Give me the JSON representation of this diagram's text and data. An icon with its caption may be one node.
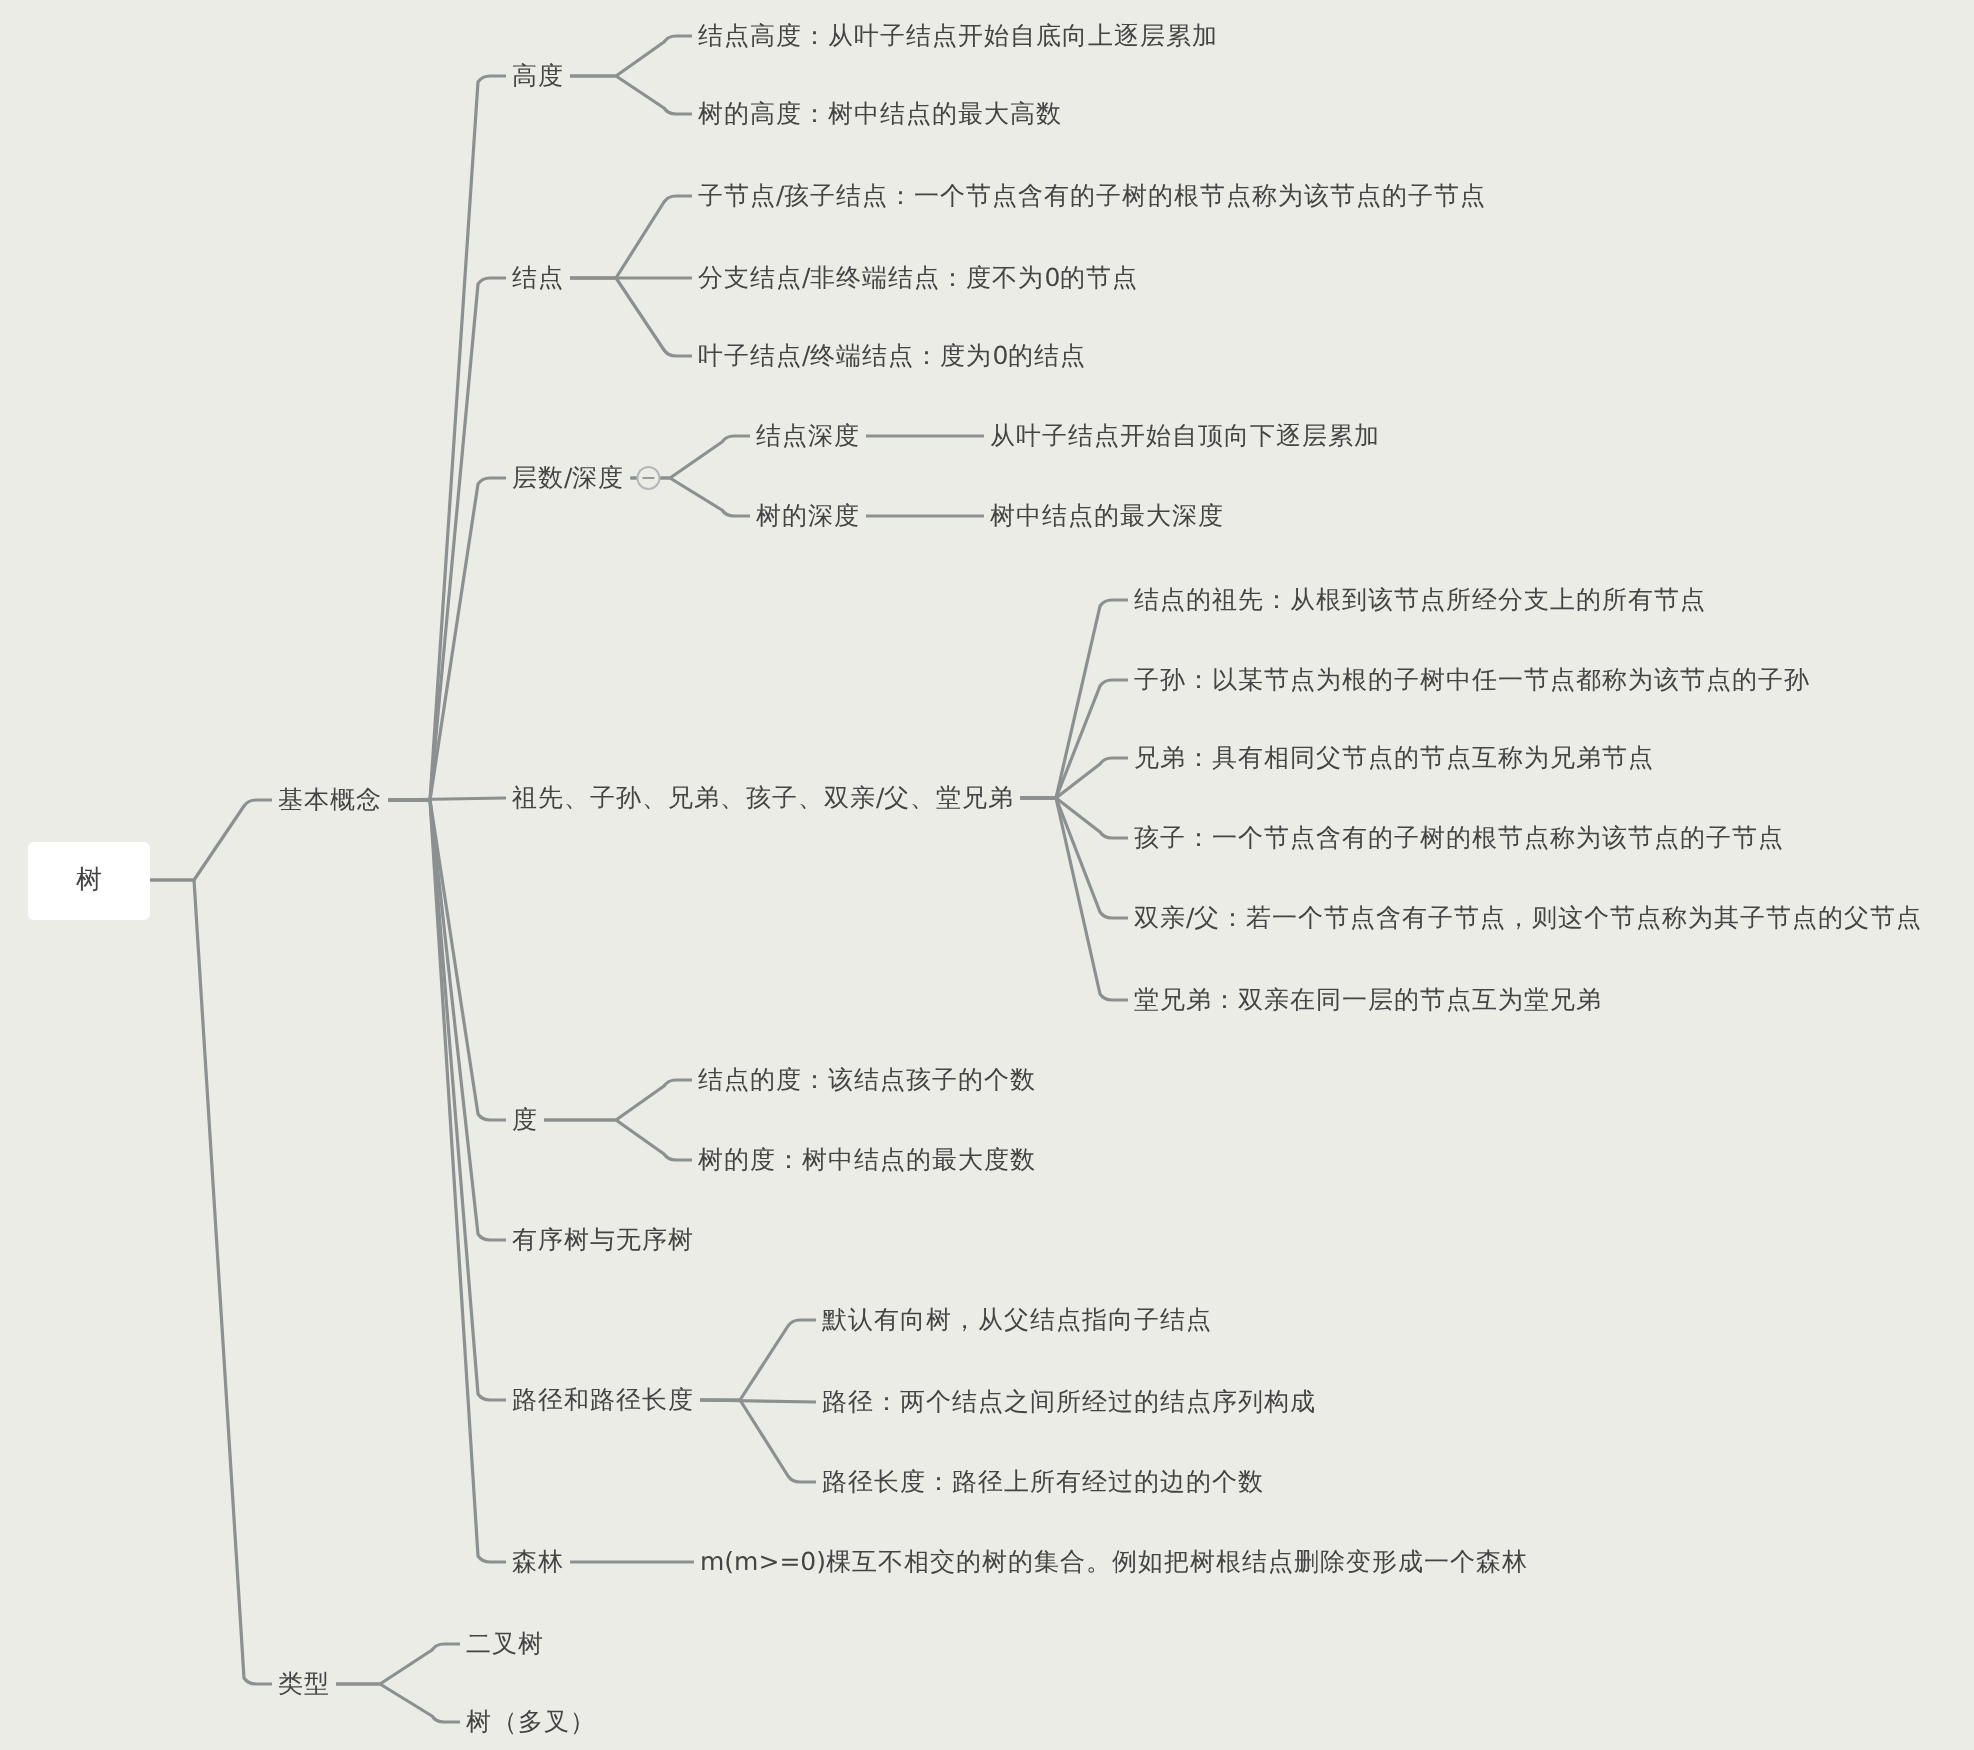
{
  "diagram": {
    "nodes": [
      {
        "text": [
          "树"
        ]
      },
      {
        "text": [
          "基本概念"
        ]
      },
      {
        "text": [
          "高度"
        ]
      },
      {
        "text": [
          "结点高度：从叶子结点开始自底向上逐层累加"
        ]
      },
      {
        "text": [
          "树的高度：树中结点的最大高数"
        ]
      },
      {
        "text": [
          "结点"
        ]
      },
      {
        "text": [
          "子节点/孩子结点：一个节点含有的子树的根节点称为该节点的子节点"
        ]
      },
      {
        "text": [
          "分支结点/非终端结点：度不为0的节点"
        ]
      },
      {
        "text": [
          "叶子结点/终端结点：度为0的结点"
        ]
      },
      {
        "text": [
          "层数/深度"
        ]
      },
      {
        "text": [
          "结点深度"
        ]
      },
      {
        "text": [
          "从叶子结点开始自顶向下逐层累加"
        ]
      },
      {
        "text": [
          "树的深度"
        ]
      },
      {
        "text": [
          "树中结点的最大深度"
        ]
      },
      {
        "text": [
          "祖先、子孙、兄弟、孩子、双亲/父、堂兄弟"
        ]
      },
      {
        "text": [
          "结点的祖先：从根到该节点所经分支上的所有节点"
        ]
      },
      {
        "text": [
          "子孙：以某节点为根的子树中任一节点都称为该节点的子孙"
        ]
      },
      {
        "text": [
          "兄弟：具有相同父节点的节点互称为兄弟节点"
        ]
      },
      {
        "text": [
          "孩子：一个节点含有的子树的根节点称为该节点的子节点"
        ]
      },
      {
        "text": [
          "双亲/父：若一个节点含有子节点，则这个节点称为其子节点的父节点"
        ]
      },
      {
        "text": [
          "堂兄弟：双亲在同一层的节点互为堂兄弟"
        ]
      },
      {
        "text": [
          "度"
        ]
      },
      {
        "text": [
          "结点的度：该结点孩子的个数"
        ]
      },
      {
        "text": [
          "树的度：树中结点的最大度数"
        ]
      },
      {
        "text": [
          "有序树与无序树"
        ]
      },
      {
        "text": [
          "路径和路径长度"
        ]
      },
      {
        "text": [
          "默认有向树，从父结点指向子结点"
        ]
      },
      {
        "text": [
          "路径：两个结点之间所经过的结点序列构成"
        ]
      },
      {
        "text": [
          "路径长度：路径上所有经过的边的个数"
        ]
      },
      {
        "text": [
          "森林"
        ]
      },
      {
        "text": [
          "m(m>=0)棵互不相交的树的集合。例如把树根结点删除变形成一个森林"
        ]
      },
      {
        "text": [
          "类型"
        ]
      },
      {
        "text": [
          "二叉树"
        ]
      },
      {
        "text": [
          "树（多叉）"
        ]
      }
    ],
    "edges": [
      {
        "from": 0,
        "to": 1,
        "arrow": "none"
      },
      {
        "from": 1,
        "to": 2,
        "arrow": "none"
      },
      {
        "from": 2,
        "to": 3,
        "arrow": "none"
      },
      {
        "from": 2,
        "to": 4,
        "arrow": "none"
      },
      {
        "from": 1,
        "to": 5,
        "arrow": "none"
      },
      {
        "from": 5,
        "to": 6,
        "arrow": "none"
      },
      {
        "from": 5,
        "to": 7,
        "arrow": "none"
      },
      {
        "from": 5,
        "to": 8,
        "arrow": "none"
      },
      {
        "from": 1,
        "to": 9,
        "arrow": "none"
      },
      {
        "from": 9,
        "to": 10,
        "arrow": "none"
      },
      {
        "from": 10,
        "to": 11,
        "arrow": "none"
      },
      {
        "from": 9,
        "to": 12,
        "arrow": "none"
      },
      {
        "from": 12,
        "to": 13,
        "arrow": "none"
      },
      {
        "from": 1,
        "to": 14,
        "arrow": "none"
      },
      {
        "from": 14,
        "to": 15,
        "arrow": "none"
      },
      {
        "from": 14,
        "to": 16,
        "arrow": "none"
      },
      {
        "from": 14,
        "to": 17,
        "arrow": "none"
      },
      {
        "from": 14,
        "to": 18,
        "arrow": "none"
      },
      {
        "from": 14,
        "to": 19,
        "arrow": "none"
      },
      {
        "from": 14,
        "to": 20,
        "arrow": "none"
      },
      {
        "from": 1,
        "to": 21,
        "arrow": "none"
      },
      {
        "from": 21,
        "to": 22,
        "arrow": "none"
      },
      {
        "from": 21,
        "to": 23,
        "arrow": "none"
      },
      {
        "from": 1,
        "to": 24,
        "arrow": "none"
      },
      {
        "from": 1,
        "to": 25,
        "arrow": "none"
      },
      {
        "from": 25,
        "to": 26,
        "arrow": "none"
      },
      {
        "from": 25,
        "to": 27,
        "arrow": "none"
      },
      {
        "from": 25,
        "to": 28,
        "arrow": "none"
      },
      {
        "from": 1,
        "to": 29,
        "arrow": "none"
      },
      {
        "from": 29,
        "to": 30,
        "arrow": "none"
      },
      {
        "from": 0,
        "to": 31,
        "arrow": "none"
      },
      {
        "from": 31,
        "to": 32,
        "arrow": "none"
      },
      {
        "from": 31,
        "to": 33,
        "arrow": "none"
      }
    ]
  }
}
